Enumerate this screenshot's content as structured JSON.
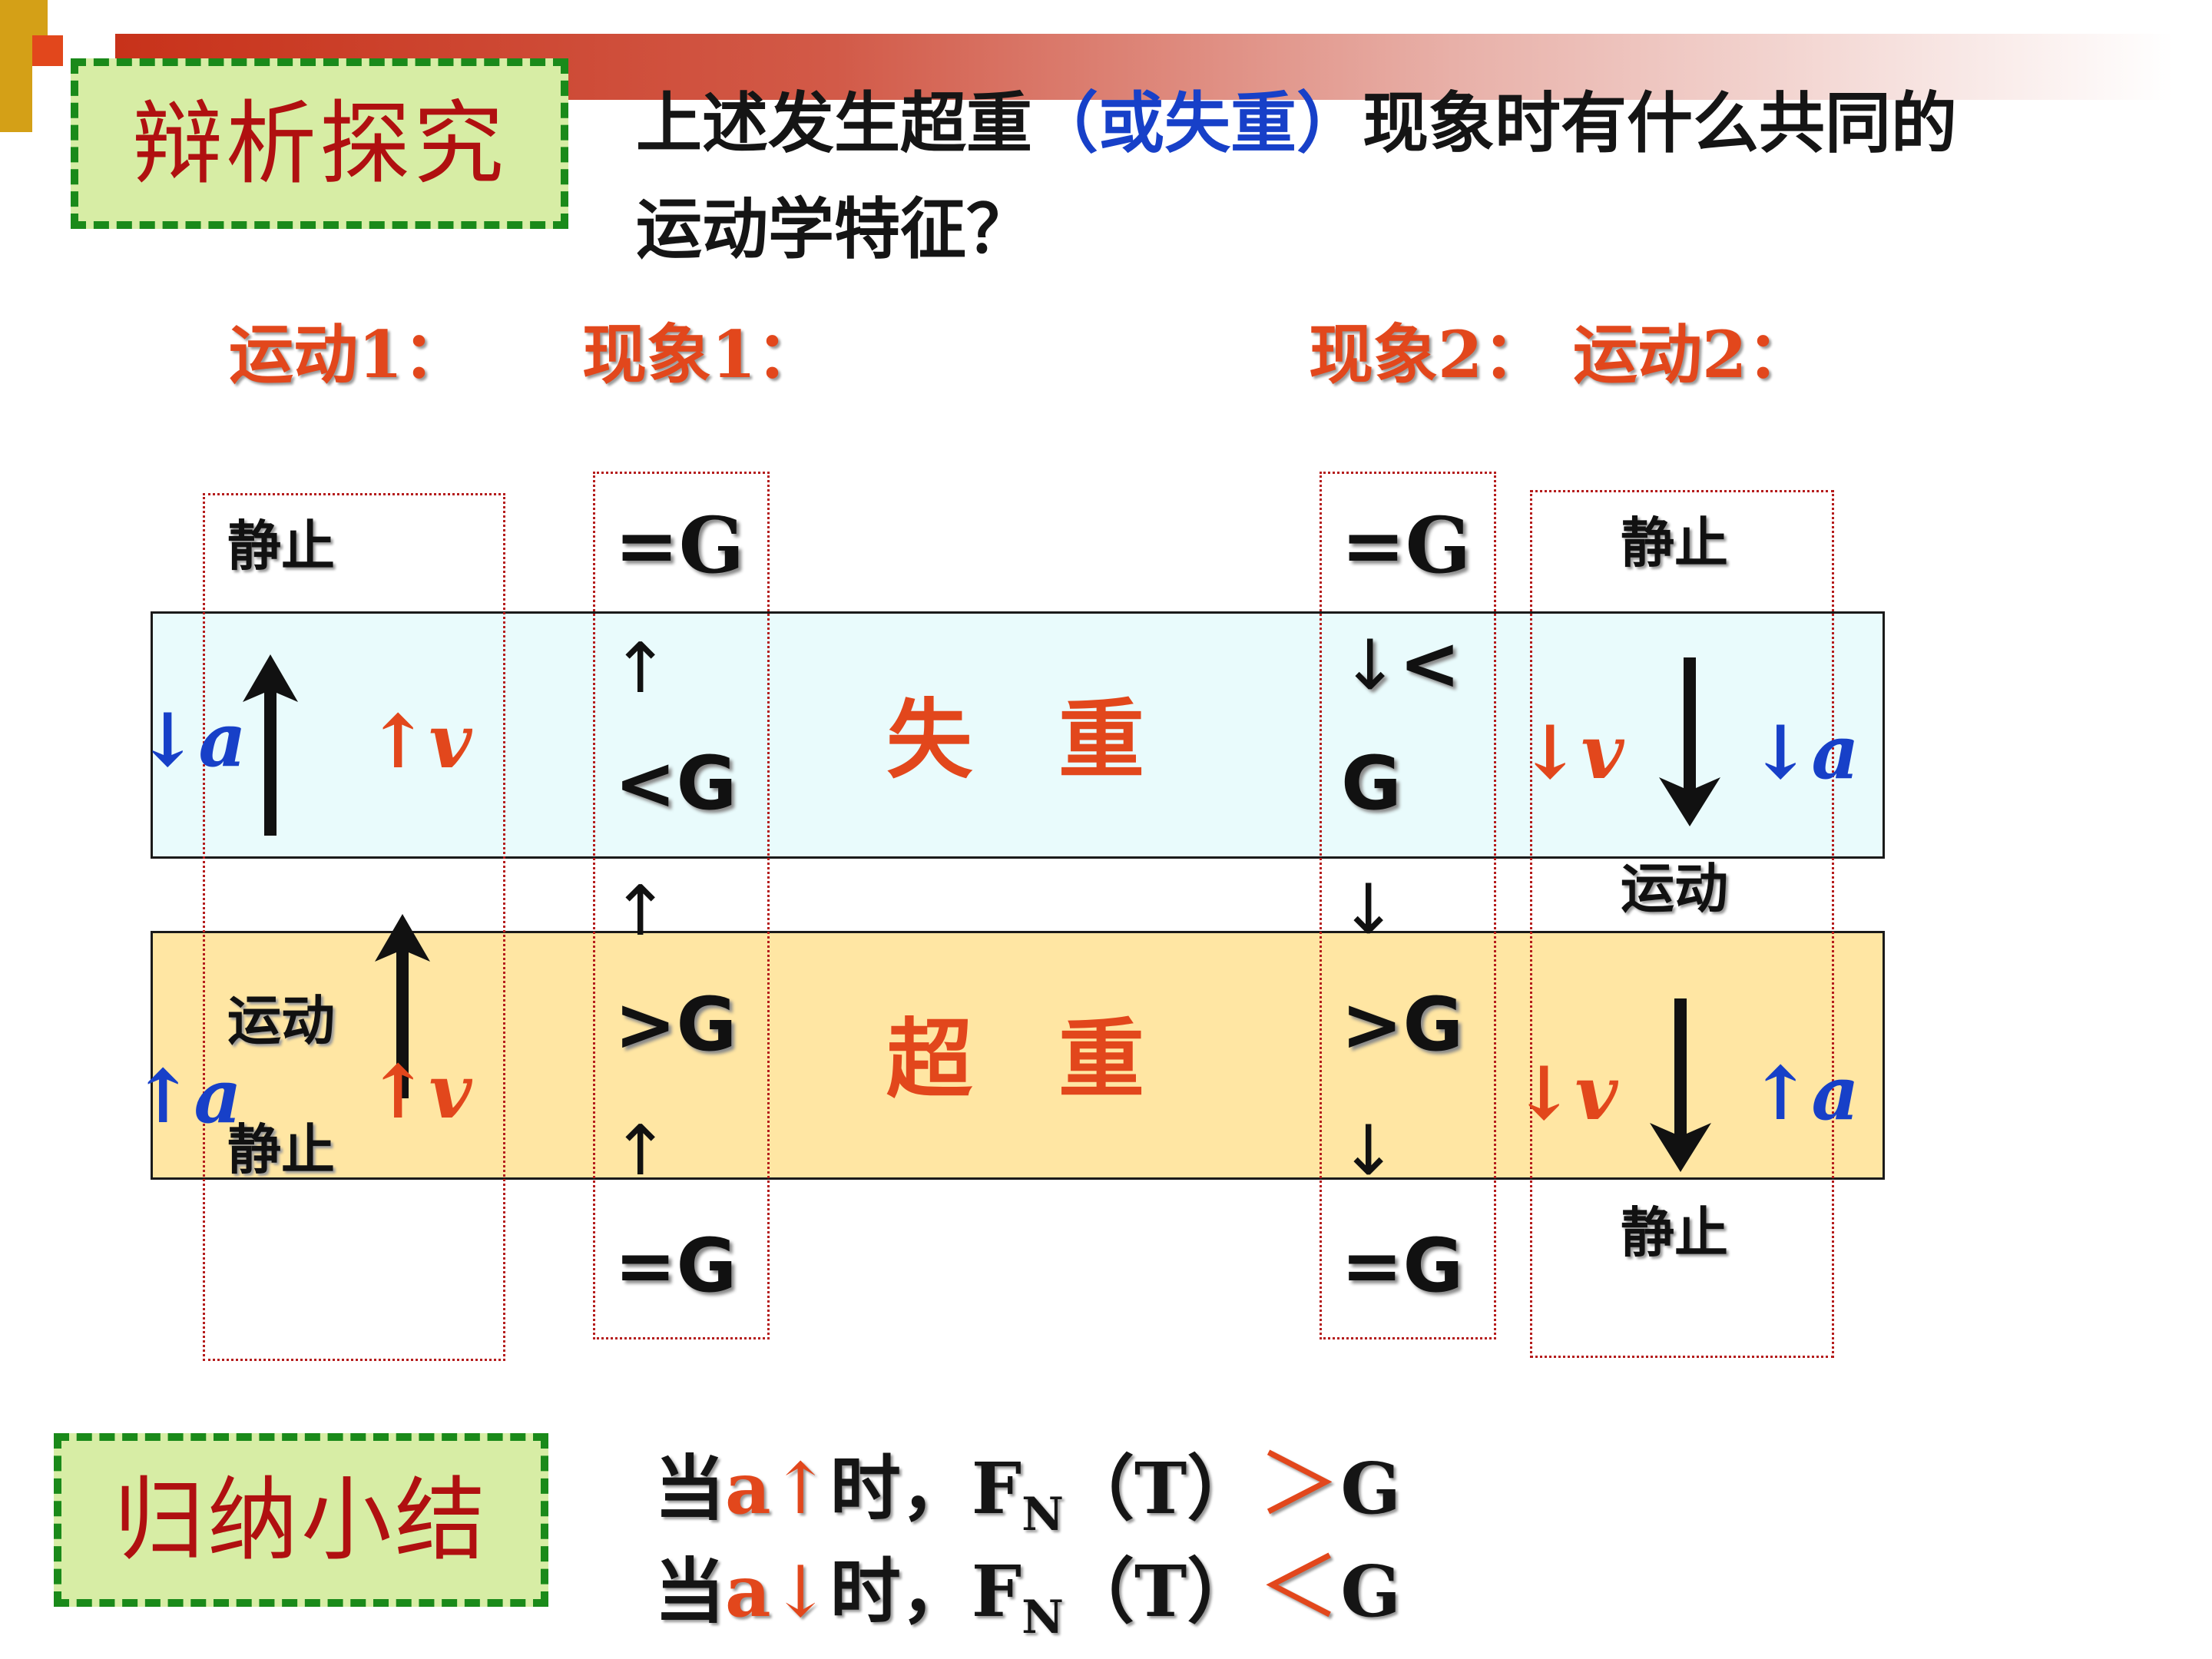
{
  "title_badge": "辩析探究",
  "question": {
    "part1": "上述发生超重",
    "part2": "（或失重）",
    "part3": "现象时有什么共同的",
    "line2": "运动学特征？"
  },
  "headers": {
    "motion1": "运动1：",
    "phenom1": "现象1：",
    "phenom2": "现象2：",
    "motion2": "运动2："
  },
  "bands": {
    "weightless": "失　重",
    "overweight": "超　重"
  },
  "col_motion1": {
    "top": "静止",
    "moving": "运动",
    "bottom": "静止",
    "a_top": "a",
    "v_top": "v",
    "a_bot": "a",
    "v_bot": "v"
  },
  "col_phenom1": {
    "eq_top": "=G",
    "lt": "<G",
    "gt": ">G",
    "eq_bot": "=G"
  },
  "col_phenom2": {
    "eq_top": "=G",
    "lt_a": "<",
    "lt_b": "G",
    "gt": ">G",
    "eq_bot": "=G"
  },
  "col_motion2": {
    "top": "静止",
    "moving": "运动",
    "bottom": "静止",
    "v_top": "v",
    "a_top": "a",
    "v_bot": "v",
    "a_bot": "a"
  },
  "summary_badge": "归纳小结",
  "summary": {
    "line1": {
      "pre": "当",
      "a": "a",
      "post": "时，F",
      "sub": "N",
      "mid": "（T）",
      "cmp": "＞",
      "g": "G"
    },
    "line2": {
      "pre": "当",
      "a": "a",
      "post": "时，F",
      "sub": "N",
      "mid": "（T）",
      "cmp": "＜",
      "g": "G"
    }
  },
  "colors": {
    "accent_red": "#e2471c",
    "accent_blue": "#1740c8",
    "badge_bg": "#d7eda5",
    "band_cyan": "#e9fbfc",
    "band_yellow": "#ffe6a3"
  }
}
